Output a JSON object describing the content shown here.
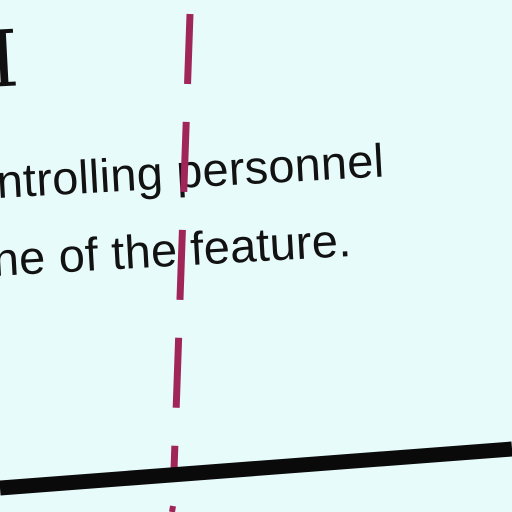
{
  "fragment": {
    "partial_glyph": "I",
    "lines": [
      "ntrolling personnel",
      "ne of the feature."
    ]
  },
  "colors": {
    "background": "#e8fbfb",
    "text": "#121212",
    "dashed_line": "#a0265a",
    "border_line": "#0a0a0a"
  }
}
